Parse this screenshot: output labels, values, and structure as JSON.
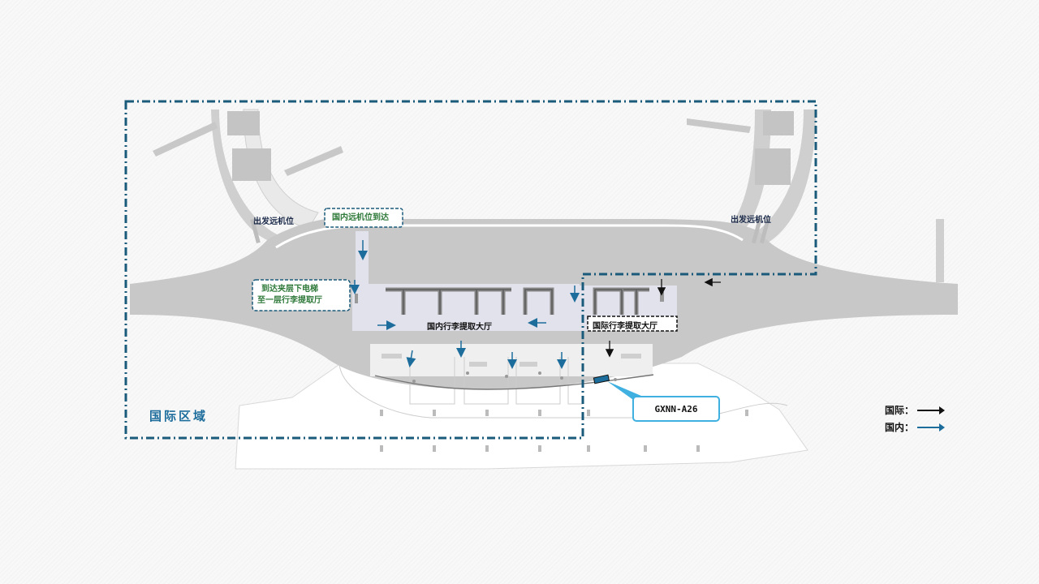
{
  "labels": {
    "departure_remote_left": "出发远机位",
    "departure_remote_right": "出发远机位",
    "domestic_remote_arrival": "国内远机位到达",
    "mezzanine_elevator_line1": "到达夹层下电梯",
    "mezzanine_elevator_line2": "至一层行李提取厅",
    "domestic_baggage_hall": "国内行李提取大厅",
    "international_baggage_hall": "国际行李提取大厅",
    "international_zone": "国际区域",
    "callout_code": "GXNN-A26"
  },
  "legend": {
    "international": "国际：",
    "domestic": "国内："
  },
  "colors": {
    "international_arrow": "#111111",
    "domestic_arrow": "#1d6d9c",
    "zone_border": "#1a5a7a",
    "terminal_fill": "#c8c8c8",
    "hall_fill": "#e4e4ee",
    "callout_border": "#3fb0e0"
  }
}
